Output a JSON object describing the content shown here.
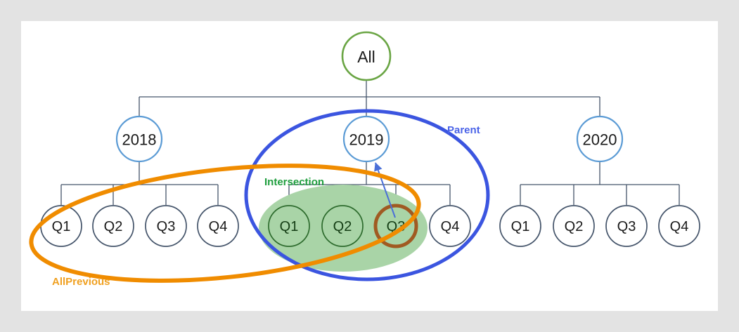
{
  "canvas": {
    "background": "#e3e3e3",
    "sheet_color": "#ffffff"
  },
  "colors": {
    "root_node_stroke": "#6aa544",
    "year_node_stroke": "#5b9bd5",
    "quarter_node_stroke": "#44546a",
    "quarter_node_text": "#1a1a1a",
    "connector": "#44546a",
    "highlight_fill": "#a9d4a7",
    "highlight_stroke": "#2d6b2d",
    "selected_stroke": "#a05a22",
    "parent_ellipse": "#3b55e0",
    "allprevious_ellipse": "#f08c00",
    "intersection_label": "#1f9e3e",
    "arrow": "#4a6fd8"
  },
  "tree": {
    "root": {
      "label": "All"
    },
    "years": [
      {
        "label": "2018",
        "quarters": [
          {
            "label": "Q1",
            "state": "allprevious"
          },
          {
            "label": "Q2",
            "state": "allprevious"
          },
          {
            "label": "Q3",
            "state": "allprevious"
          },
          {
            "label": "Q4",
            "state": "allprevious"
          }
        ]
      },
      {
        "label": "2019",
        "quarters": [
          {
            "label": "Q1",
            "state": "intersection"
          },
          {
            "label": "Q2",
            "state": "intersection"
          },
          {
            "label": "Q3",
            "state": "selected"
          },
          {
            "label": "Q4",
            "state": "parent-only"
          }
        ]
      },
      {
        "label": "2020",
        "quarters": [
          {
            "label": "Q1",
            "state": "none"
          },
          {
            "label": "Q2",
            "state": "none"
          },
          {
            "label": "Q3",
            "state": "none"
          },
          {
            "label": "Q4",
            "state": "none"
          }
        ]
      }
    ]
  },
  "annotations": {
    "parent": {
      "label": "Parent",
      "color": "#4a63e8"
    },
    "intersection": {
      "label": "Intersection",
      "color": "#1f9e3e"
    },
    "allprevious": {
      "label": "AllPrevious",
      "color": "#f0a020"
    }
  },
  "arrow": {
    "name": "current-member-pointer",
    "from": "Q3 2019",
    "to": "2019"
  }
}
